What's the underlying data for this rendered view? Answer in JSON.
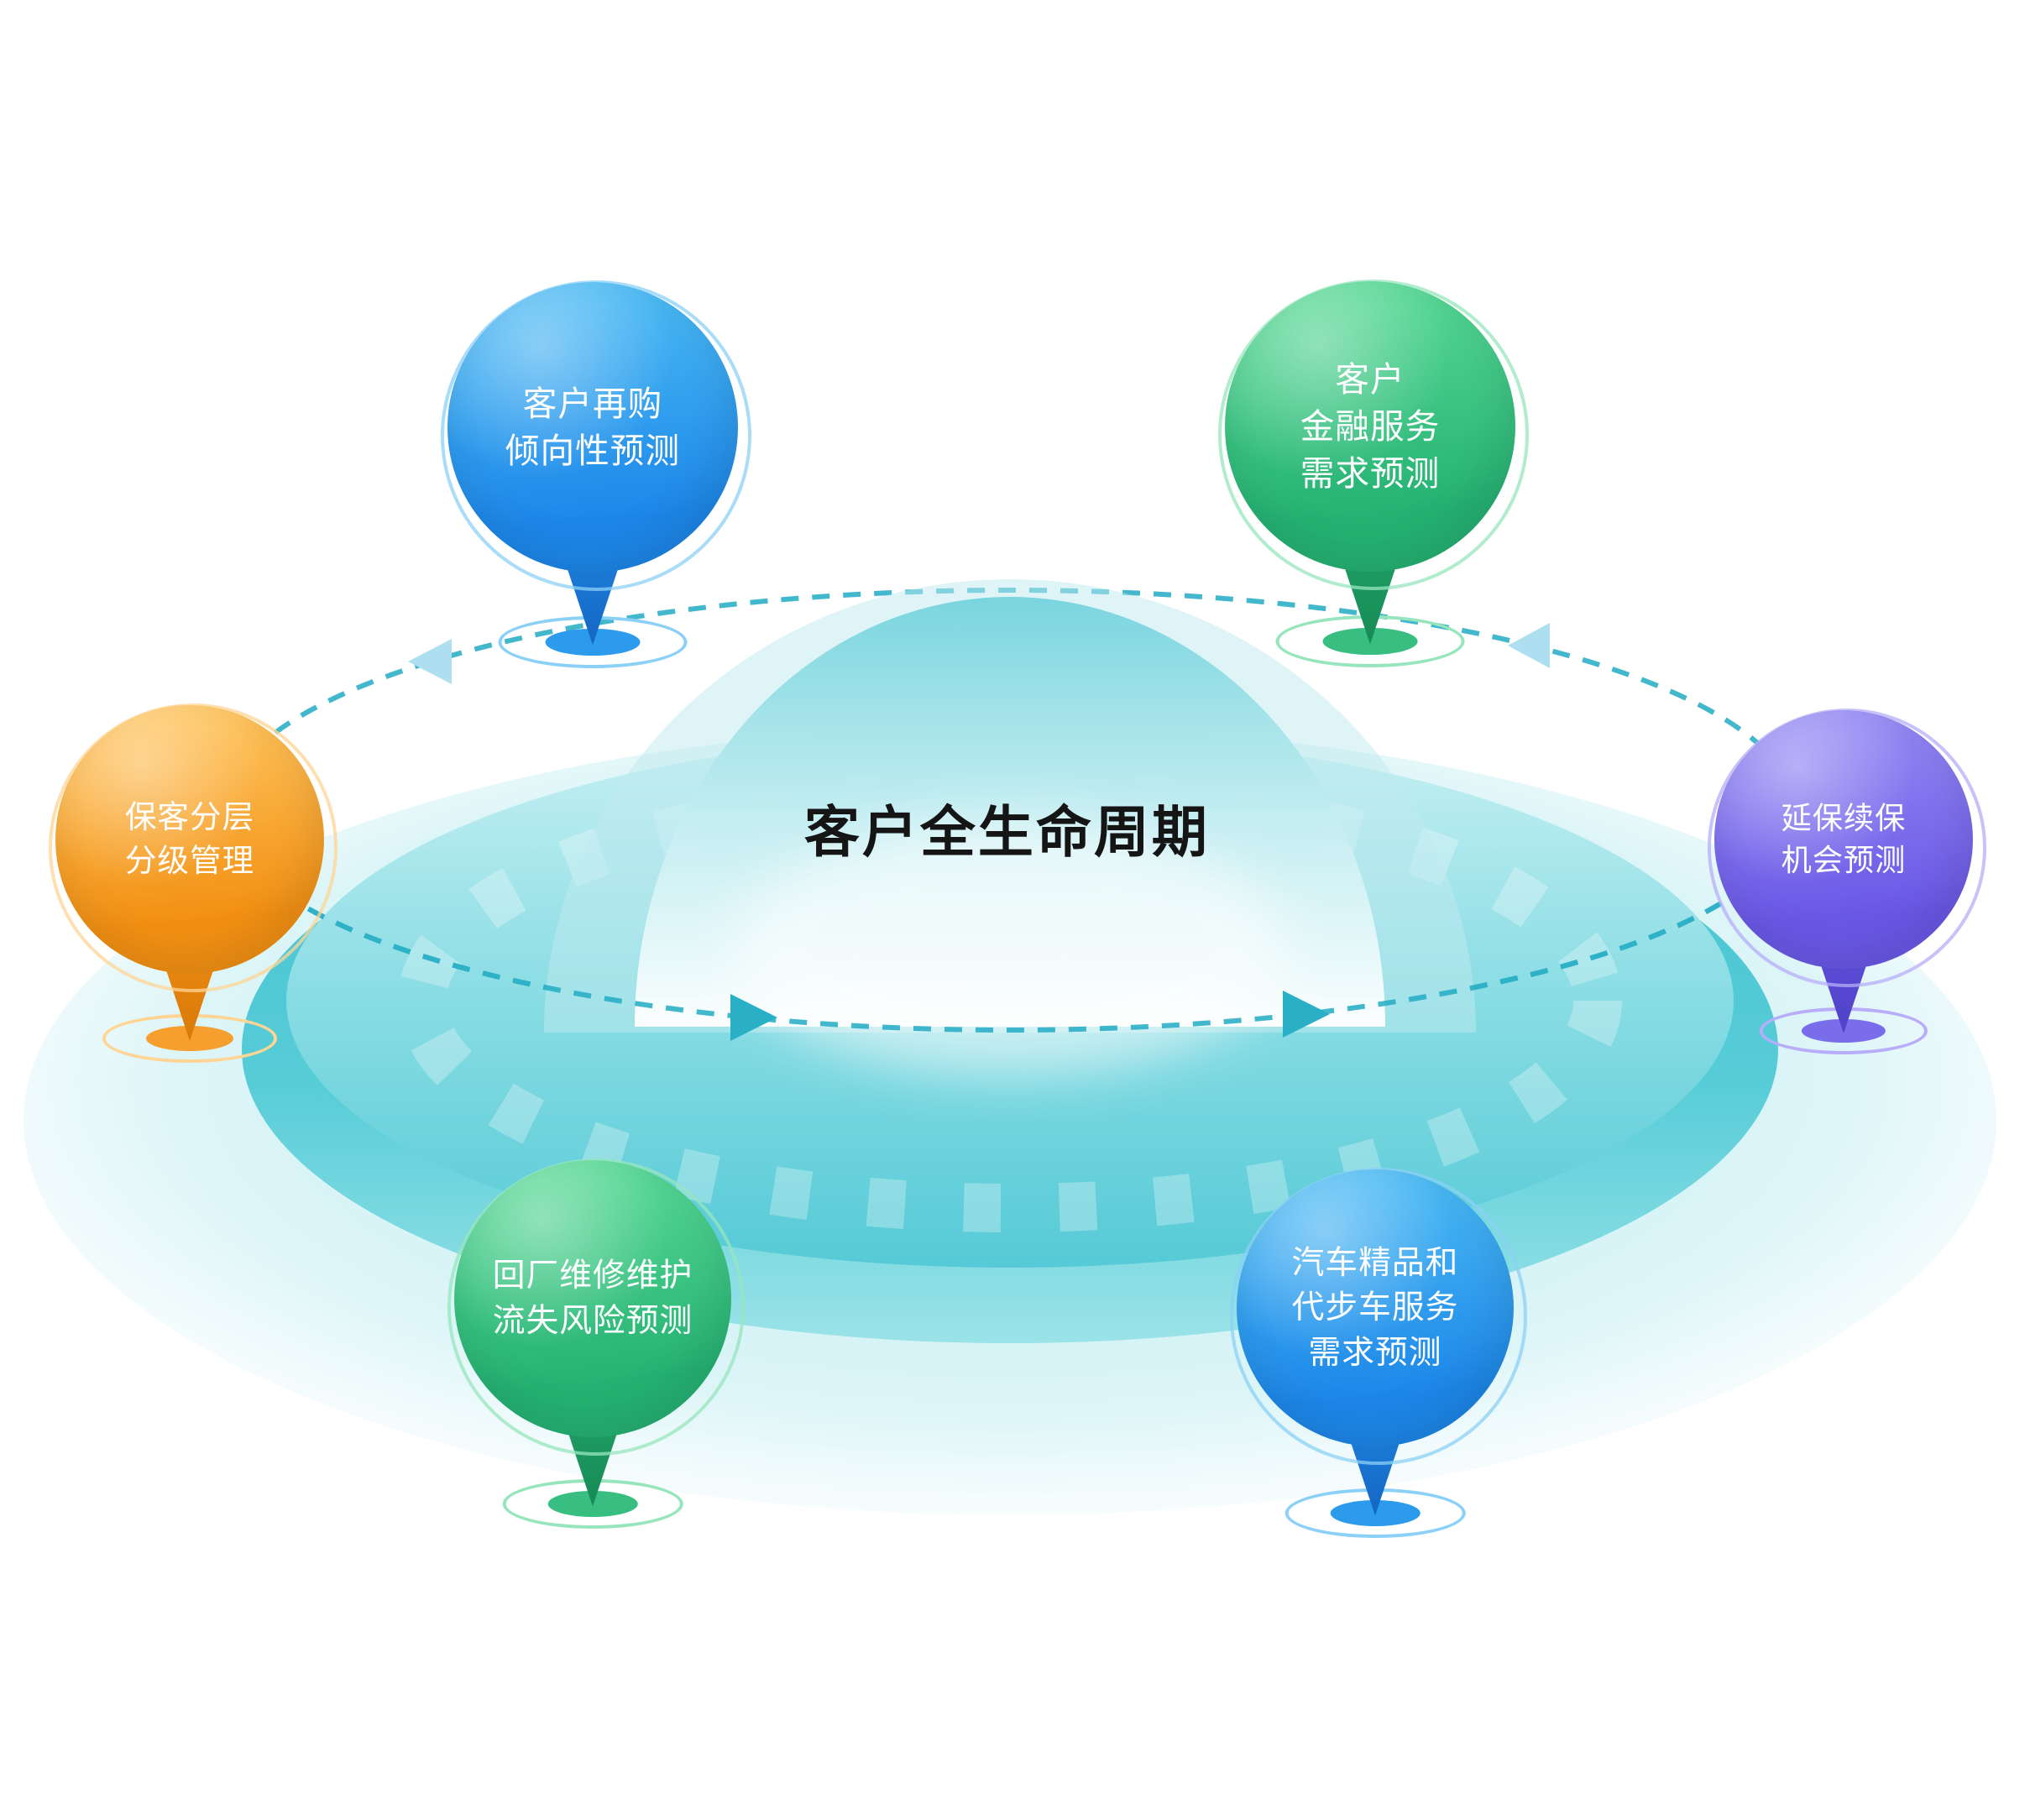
{
  "title": {
    "text": "客户全生命周期"
  },
  "balloons": [
    {
      "id": "customer-repurchase",
      "lines": [
        "客户再购",
        "倾向性预测"
      ]
    },
    {
      "id": "financial-service",
      "lines": [
        "客户",
        "金融服务",
        "需求预测"
      ]
    },
    {
      "id": "customer-tiering",
      "lines": [
        "保客分层",
        "分级管理"
      ]
    },
    {
      "id": "warranty-renewal",
      "lines": [
        "延保续保",
        "机会预测"
      ]
    },
    {
      "id": "repair-churn-risk",
      "lines": [
        "回厂维修维护",
        "流失风险预测"
      ]
    },
    {
      "id": "accessories-service",
      "lines": [
        "汽车精品和",
        "代步车服务",
        "需求预测"
      ]
    }
  ],
  "colors": {
    "blue": "#1d87e9",
    "green": "#25b273",
    "orange": "#f29013",
    "purple": "#6a58e6",
    "platform_teal": "#4fc8d4",
    "orbit_dash": "#2fb0c8"
  }
}
